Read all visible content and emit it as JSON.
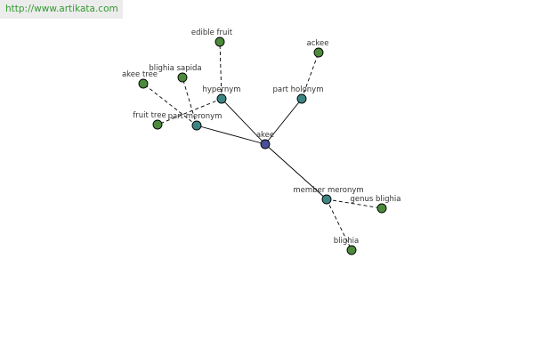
{
  "header": {
    "url": "http://www.artikata.com"
  },
  "colors": {
    "center_node": "#4a4e9a",
    "relation_node": "#3d8585",
    "leaf_node": "#4c8a3c",
    "url_text": "#339933"
  },
  "graph": {
    "nodes": [
      {
        "id": "akee",
        "label": "akee",
        "kind": "center"
      },
      {
        "id": "hypernym",
        "label": "hypernym",
        "kind": "relation"
      },
      {
        "id": "part_holonym",
        "label": "part holonym",
        "kind": "relation"
      },
      {
        "id": "part_meronym",
        "label": "part meronym",
        "kind": "relation"
      },
      {
        "id": "member_meronym",
        "label": "member meronym",
        "kind": "relation"
      },
      {
        "id": "edible_fruit",
        "label": "edible fruit",
        "kind": "leaf"
      },
      {
        "id": "ackee",
        "label": "ackee",
        "kind": "leaf"
      },
      {
        "id": "akee_tree",
        "label": "akee tree",
        "kind": "leaf"
      },
      {
        "id": "blighia_sapida",
        "label": "blighia sapida",
        "kind": "leaf"
      },
      {
        "id": "fruit_tree",
        "label": "fruit tree",
        "kind": "leaf"
      },
      {
        "id": "genus_blighia",
        "label": "genus blighia",
        "kind": "leaf"
      },
      {
        "id": "blighia",
        "label": "blighia",
        "kind": "leaf"
      }
    ],
    "edges": [
      {
        "from": "akee",
        "to": "hypernym",
        "style": "solid"
      },
      {
        "from": "akee",
        "to": "part_holonym",
        "style": "solid"
      },
      {
        "from": "akee",
        "to": "part_meronym",
        "style": "solid"
      },
      {
        "from": "akee",
        "to": "member_meronym",
        "style": "solid"
      },
      {
        "from": "hypernym",
        "to": "edible_fruit",
        "style": "dashed"
      },
      {
        "from": "hypernym",
        "to": "fruit_tree",
        "style": "dashed"
      },
      {
        "from": "part_holonym",
        "to": "ackee",
        "style": "dashed"
      },
      {
        "from": "part_meronym",
        "to": "akee_tree",
        "style": "dashed"
      },
      {
        "from": "part_meronym",
        "to": "blighia_sapida",
        "style": "dashed"
      },
      {
        "from": "member_meronym",
        "to": "genus_blighia",
        "style": "dashed"
      },
      {
        "from": "member_meronym",
        "to": "blighia",
        "style": "dashed"
      }
    ]
  }
}
